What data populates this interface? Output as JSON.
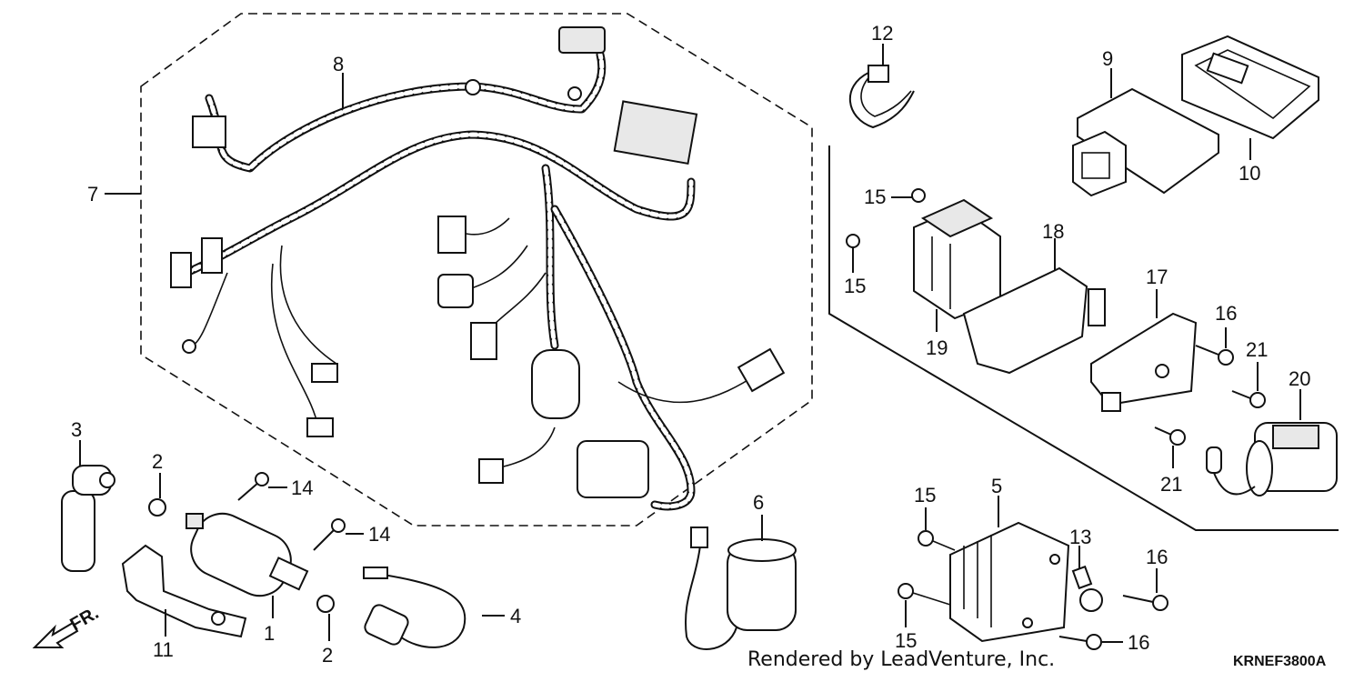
{
  "diagram": {
    "credit": "Rendered by LeadVenture, Inc.",
    "code": "KRNEF3800A",
    "direction_label": "FR."
  },
  "labels": {
    "p1": "1",
    "p2a": "2",
    "p2b": "2",
    "p3": "3",
    "p4": "4",
    "p5": "5",
    "p6": "6",
    "p7": "7",
    "p8": "8",
    "p9": "9",
    "p10": "10",
    "p11": "11",
    "p12": "12",
    "p13": "13",
    "p14a": "14",
    "p14b": "14",
    "p15a": "15",
    "p15b": "15",
    "p15c": "15",
    "p15d": "15",
    "p16a": "16",
    "p16b": "16",
    "p16c": "16",
    "p17": "17",
    "p18": "18",
    "p19": "19",
    "p20": "20",
    "p21a": "21",
    "p21b": "21"
  }
}
